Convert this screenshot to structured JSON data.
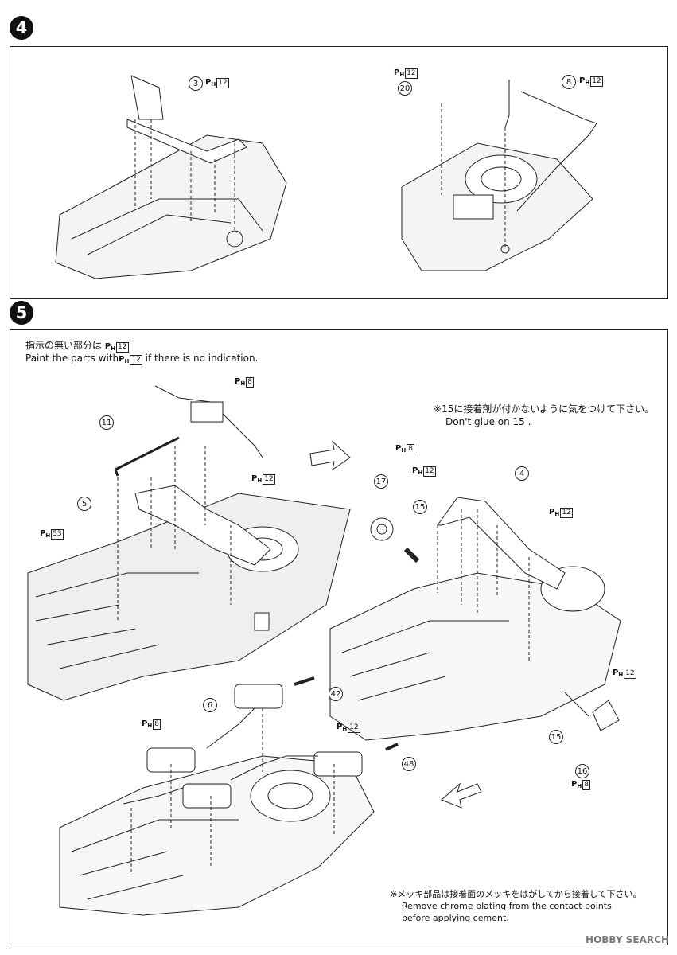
{
  "steps": [
    {
      "number": "4"
    },
    {
      "number": "5"
    }
  ],
  "paint_code": {
    "p": "P",
    "h": "H"
  },
  "step4": {
    "labels": [
      {
        "num": "3",
        "paint": "12"
      },
      {
        "num": "20",
        "paint": "12"
      },
      {
        "num": "8",
        "paint": "12"
      }
    ]
  },
  "step5": {
    "note_jp": "指示の無い部分は",
    "note_paint": "12",
    "note_en_prefix": "Paint the parts with",
    "note_en_suffix": "if there is no indication.",
    "glue_note_jp_a": "※",
    "glue_note_jp_b": "に接着剤が付かないように気をつけて下さい。",
    "glue_num": "15",
    "glue_note_en_a": "Don't glue on",
    "glue_note_en_b": ".",
    "chrome_note_jp": "※メッキ部品は接着面のメッキをはがしてから接着して下さい。",
    "chrome_note_en_1": "Remove chrome plating from the contact points",
    "chrome_note_en_2": "before applying cement.",
    "parts": {
      "p11": "11",
      "p5": "5",
      "p53": "53",
      "p8a": "8",
      "p12a": "12",
      "p17": "17",
      "p8b": "8",
      "p12b": "12",
      "p15a": "15",
      "p4": "4",
      "p12c": "12",
      "p6": "6",
      "p42": "42",
      "p8c": "8",
      "p12d": "12",
      "p48": "48",
      "p15b": "15",
      "p16": "16",
      "p8d": "8",
      "p12e": "12"
    }
  },
  "watermark": "HOBBY SEARCH"
}
